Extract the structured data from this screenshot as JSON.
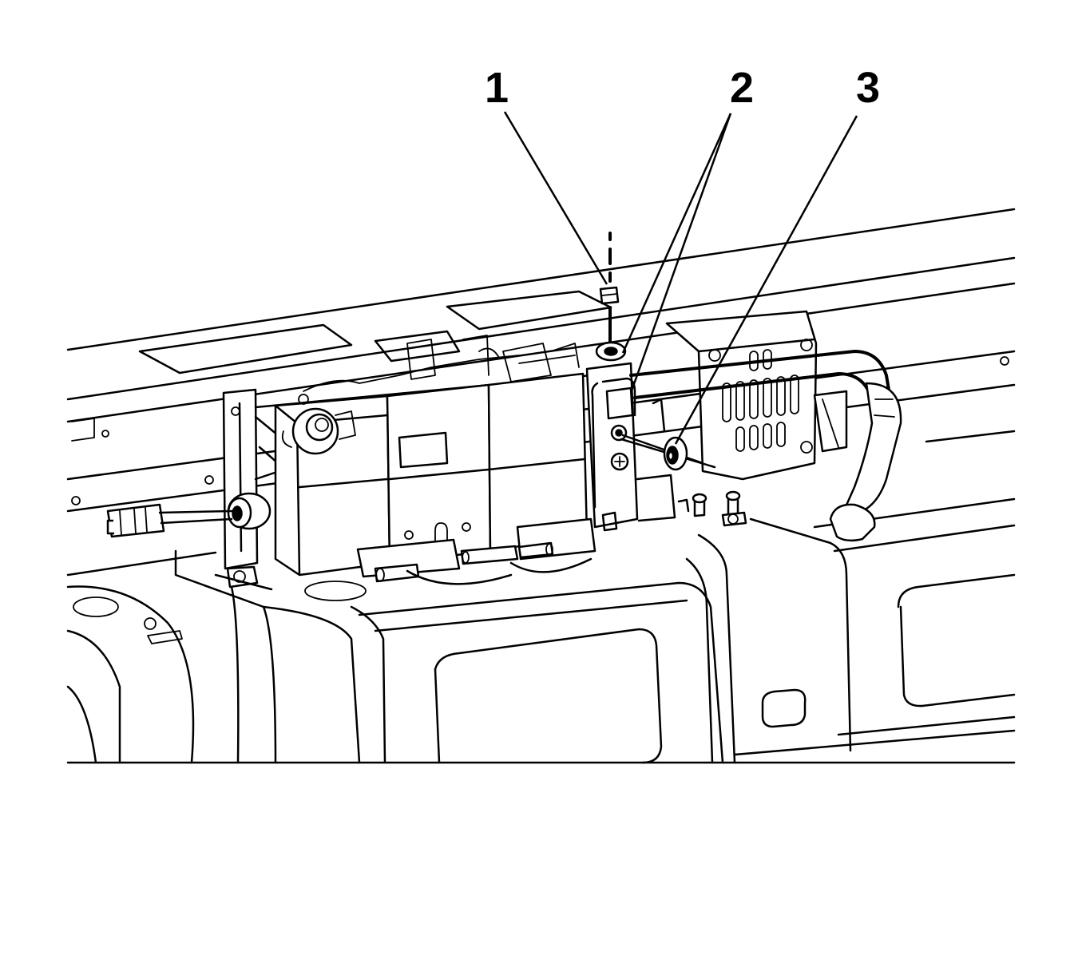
{
  "figure": {
    "background": "#ffffff",
    "line_color": "#000000"
  },
  "callouts": [
    {
      "id": "1",
      "label": "1"
    },
    {
      "id": "2",
      "label": "2"
    },
    {
      "id": "3",
      "label": "3"
    }
  ]
}
